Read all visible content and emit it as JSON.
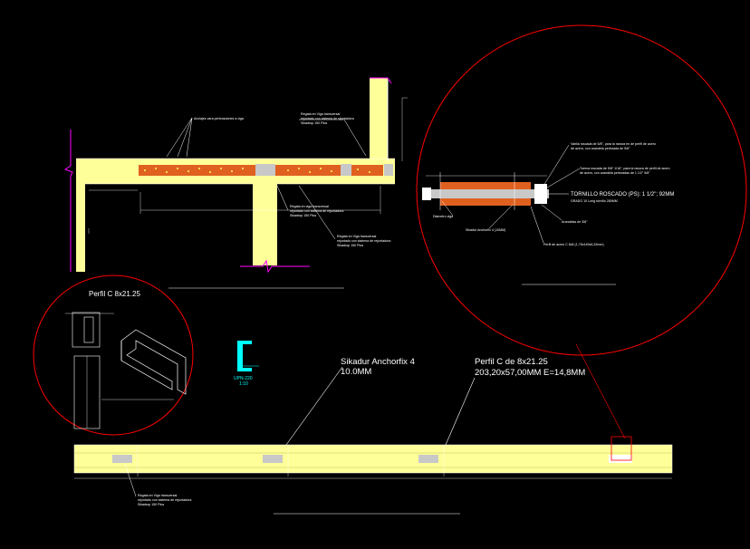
{
  "colors": {
    "background": "#000000",
    "beam": "#ffff99",
    "resin": "#d2691e",
    "detail_circle": "#ff0000",
    "leader": "#ffffff",
    "accent_magenta": "#ff00ff",
    "accent_cyan": "#00ffff",
    "steel_grey": "#c8c8c8"
  },
  "labels": {
    "anclajes_perforaciones": "Anclajes vara perforaciones a viga",
    "regata_top_1": "Regata en Viga transversal",
    "regata_top_2": "rejuntado con sistema de sijuntadora",
    "regata_top_3": "Sikadrop 150 Plus",
    "regata_mid_1": "Regata en viga transversal",
    "regata_mid_2": "rejuntado con sistema de rejuntadora",
    "regata_mid_3": "Sikadrop 150 Plus",
    "regata_low_1": "Regata en Viga transversal",
    "regata_low_2": "rejuntado con sistema de rejuntadora",
    "regata_low_3": "Sikadrop 150 Plus",
    "perfil_c_circle": "Perfil C 8x21.25",
    "upn_label": "UPN-220",
    "upn_scale": "1:10",
    "sikadur_1": "Sikadur Anchorfix 4",
    "sikadur_2": "10.0MM",
    "perfil_c_1": "Perfil C de 8x21.25",
    "perfil_c_2": "203,20x57,00MM E=14,8MM",
    "regata_bottom_1": "Regata en Viga transversal",
    "regata_bottom_2": "rejuntado con sistema de rejuntadora",
    "regata_bottom_3": "Sikadrop 150 Plus",
    "detail_varilla_1": "Varilla roscada de 5/8\", para la ranura en de perfil de acero",
    "detail_varilla_2": "de acero, con arandela perforada de 5/8\"",
    "detail_tuerca_1": "Tuerca roscada de 5/8\" 1/16\", para la ranura de perfil de acero",
    "detail_tuerca_2": "de acero, con arandela perforadas de 1 1/2\" 5/8\"",
    "tornillo_1": "TORNILLO ROSCADO (PS): 1 1/2\"; 92MM",
    "tornillo_2": "GRADO 10 Long tornillo 280MM",
    "diametro_viga": "Diametro viga",
    "arandelas": "Arandelas de 3/8\"",
    "sikadur_anchorfix": "Sikadur Anchorfix 4 (10MM)",
    "perfil_acero": "Perfil de acero C 8x6 (1,75x149x6,32mm)"
  }
}
